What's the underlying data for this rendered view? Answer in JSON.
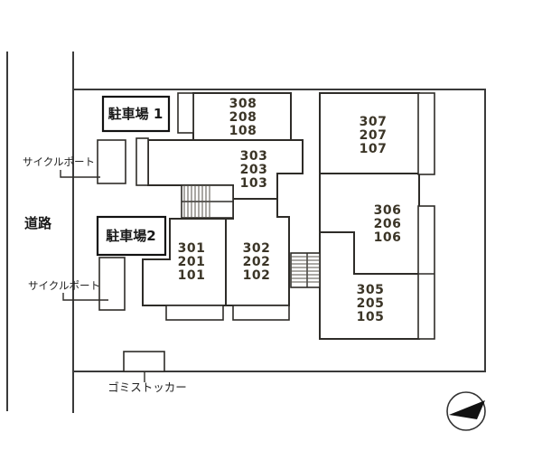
{
  "plan": {
    "title": "apartment-site-plan",
    "colors": {
      "room_fill": "#F8F1A1",
      "wall": "#2e2c28",
      "background": "#ffffff",
      "compass_arrow": "#111111"
    },
    "labels": {
      "parking1": "駐車場 1",
      "parking2": "駐車場2",
      "road": "道路",
      "cycle_port1": "サイクルポート",
      "cycle_port2": "サイクルポート",
      "garbage": "ゴミストッカー"
    },
    "rooms": [
      {
        "name": "unit-308",
        "lines": [
          "308",
          "208",
          "108"
        ]
      },
      {
        "name": "unit-303",
        "lines": [
          "303",
          "203",
          "103"
        ]
      },
      {
        "name": "unit-307",
        "lines": [
          "307",
          "207",
          "107"
        ]
      },
      {
        "name": "unit-306",
        "lines": [
          "306",
          "206",
          "106"
        ]
      },
      {
        "name": "unit-301",
        "lines": [
          "301",
          "201",
          "101"
        ]
      },
      {
        "name": "unit-302",
        "lines": [
          "302",
          "202",
          "102"
        ]
      },
      {
        "name": "unit-305",
        "lines": [
          "305",
          "205",
          "105"
        ]
      }
    ]
  }
}
